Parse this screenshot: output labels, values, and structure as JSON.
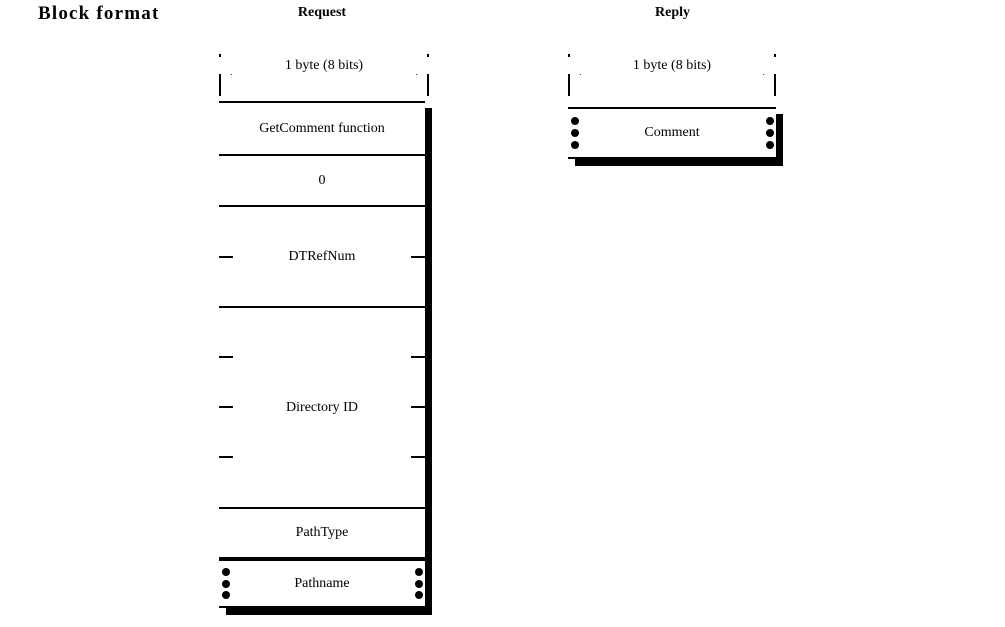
{
  "page": {
    "title": "Block format"
  },
  "columns": [
    {
      "id": "request",
      "heading": "Request"
    },
    {
      "id": "reply",
      "heading": "Reply"
    }
  ],
  "dimension": {
    "label": "1 byte (8 bits)"
  },
  "request": {
    "heading": "Request",
    "dimension_label": "1 byte (8 bits)",
    "fields": [
      {
        "label": "GetComment function",
        "bytes": 1,
        "variable": false
      },
      {
        "label": "0",
        "bytes": 1,
        "variable": false
      },
      {
        "label": "DTRefNum",
        "bytes": 2,
        "variable": false
      },
      {
        "label": "Directory ID",
        "bytes": 4,
        "variable": false
      },
      {
        "label": "PathType",
        "bytes": 1,
        "variable": false
      },
      {
        "label": "Pathname",
        "bytes": 0,
        "variable": true
      }
    ]
  },
  "reply": {
    "heading": "Reply",
    "dimension_label": "1 byte (8 bits)",
    "fields": [
      {
        "label": "Comment",
        "bytes": 0,
        "variable": true
      }
    ]
  },
  "colors": {
    "ink": "#000000",
    "paper": "#ffffff"
  }
}
